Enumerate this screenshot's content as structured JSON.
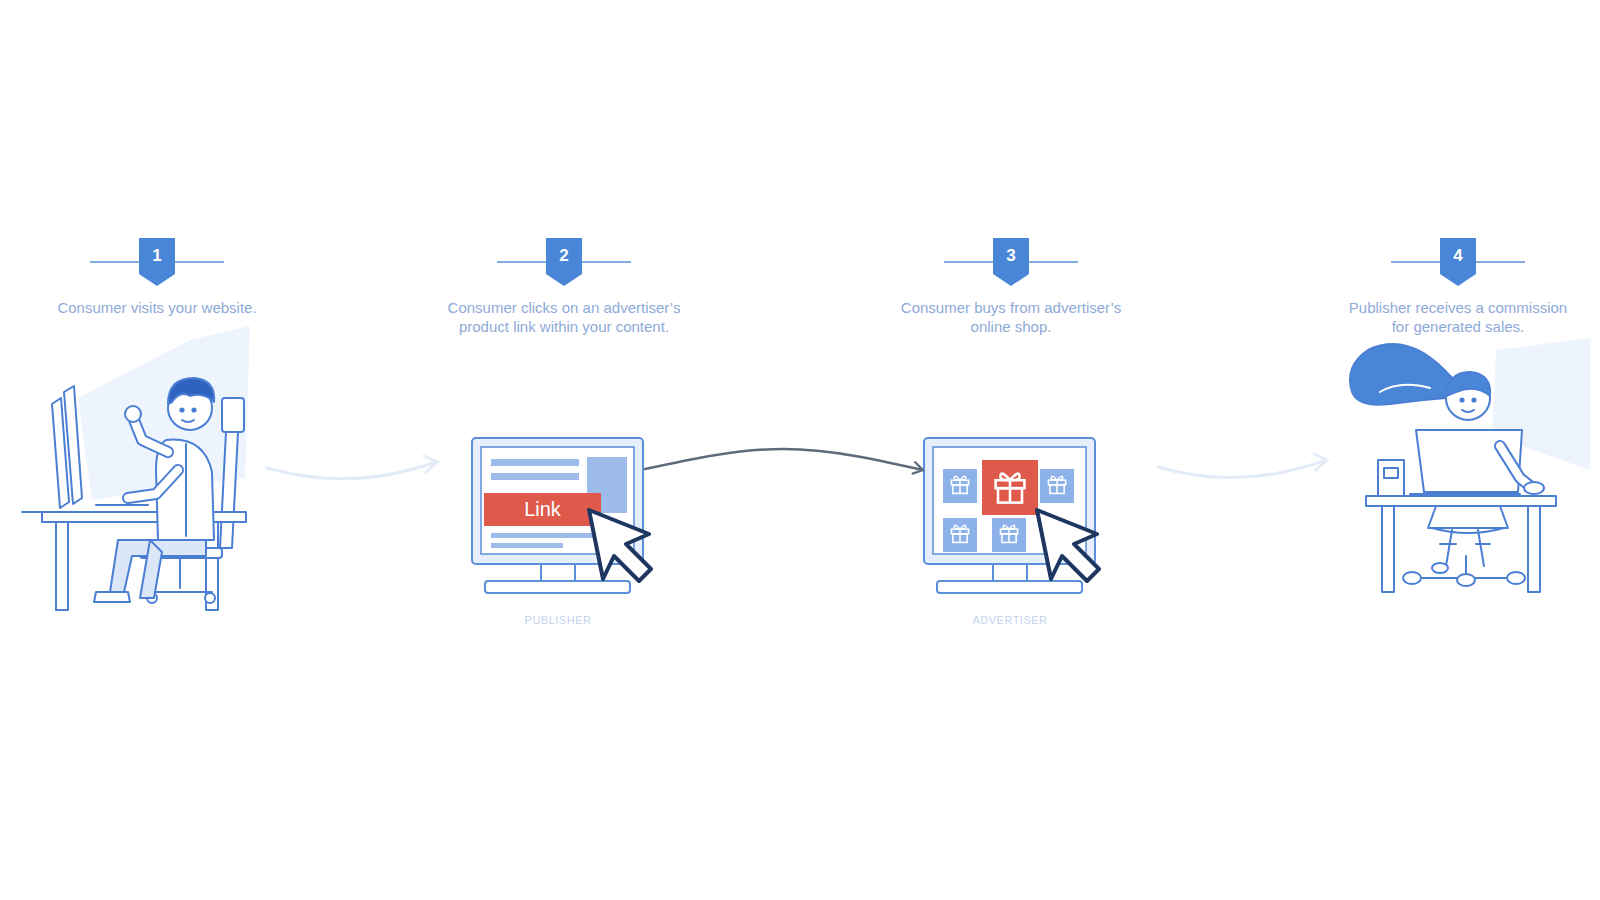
{
  "diagram": {
    "nodes": [
      {
        "text": [
          "1",
          "Consumer visits your website."
        ]
      },
      {
        "text": [
          "2",
          "Consumer clicks on an advertiser’s product link within your content."
        ]
      },
      {
        "text": [
          "3",
          "Consumer buys from advertiser’s online shop."
        ]
      },
      {
        "text": [
          "4",
          "Publisher receives a commission for generated sales."
        ]
      },
      {
        "text": [
          "PUBLISHER"
        ]
      },
      {
        "text": [
          "Link"
        ],
        "in": 4
      },
      {
        "text": [
          "ADVERTISER"
        ]
      }
    ],
    "edges": [
      {
        "from": 4,
        "to": 6,
        "arrow": "to"
      }
    ]
  }
}
